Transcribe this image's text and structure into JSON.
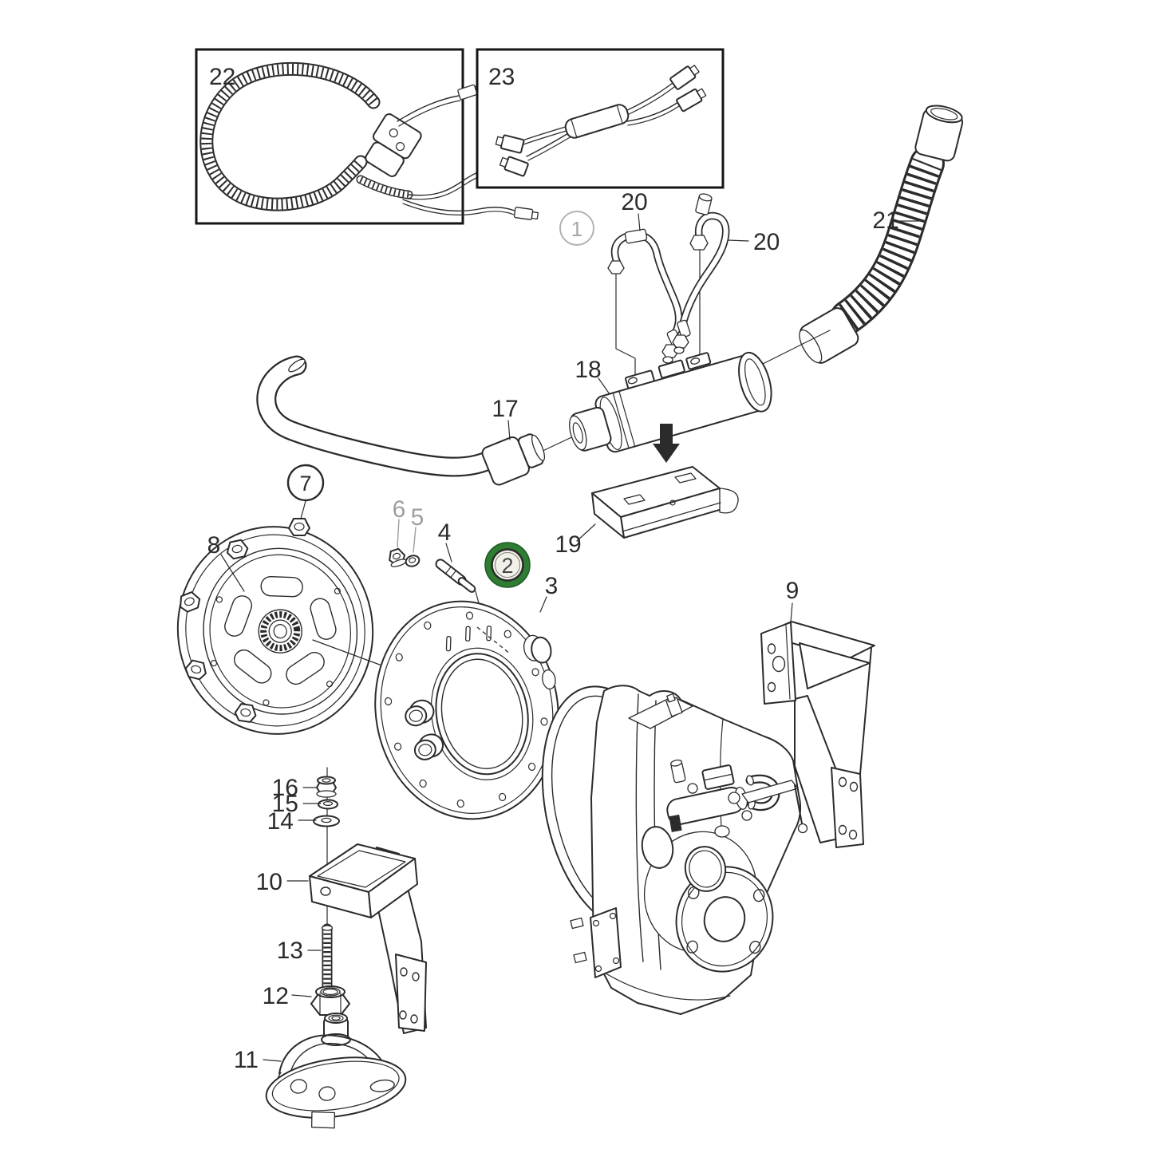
{
  "diagram": {
    "background": "#ffffff",
    "ink_color": "#2b2b2b",
    "muted_color": "#9e9e9e",
    "highlight_color": "#2e7d32",
    "callouts": {
      "n1": {
        "label": "1",
        "style": "circle-muted"
      },
      "n2": {
        "label": "2",
        "style": "circle-highlighted-green"
      },
      "n3": {
        "label": "3",
        "style": "plain"
      },
      "n4": {
        "label": "4",
        "style": "plain"
      },
      "n5": {
        "label": "5",
        "style": "plain-muted"
      },
      "n6": {
        "label": "6",
        "style": "plain-muted"
      },
      "n7": {
        "label": "7",
        "style": "circle"
      },
      "n8": {
        "label": "8",
        "style": "plain"
      },
      "n9": {
        "label": "9",
        "style": "plain"
      },
      "n10": {
        "label": "10",
        "style": "plain"
      },
      "n11": {
        "label": "11",
        "style": "plain"
      },
      "n12": {
        "label": "12",
        "style": "plain"
      },
      "n13": {
        "label": "13",
        "style": "plain"
      },
      "n14": {
        "label": "14",
        "style": "plain"
      },
      "n15": {
        "label": "15",
        "style": "plain"
      },
      "n16": {
        "label": "16",
        "style": "plain"
      },
      "n17": {
        "label": "17",
        "style": "plain"
      },
      "n18": {
        "label": "18",
        "style": "plain"
      },
      "n19": {
        "label": "19",
        "style": "plain"
      },
      "n20a": {
        "label": "20",
        "style": "plain"
      },
      "n20b": {
        "label": "20",
        "style": "plain"
      },
      "n21": {
        "label": "21",
        "style": "plain"
      },
      "n22": {
        "label": "22",
        "style": "inset-box-title"
      },
      "n23": {
        "label": "23",
        "style": "inset-box-title"
      }
    }
  }
}
